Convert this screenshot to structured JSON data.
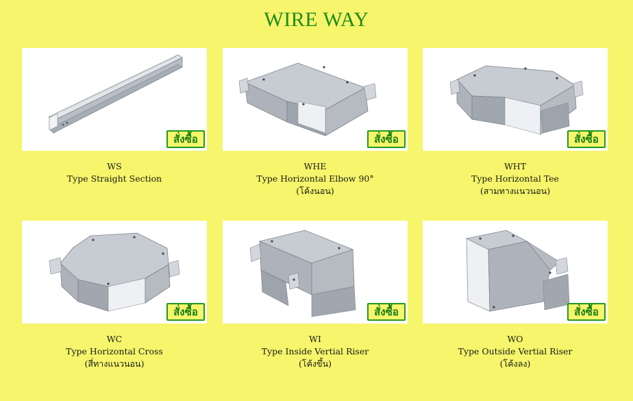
{
  "page": {
    "title": "WIRE WAY",
    "buy_label": "สั่งซื้อ"
  },
  "colors": {
    "background": "#f6f56b",
    "title": "#1e8a1e",
    "buy_border": "#1f9a1f",
    "buy_text": "#147e14"
  },
  "products": [
    {
      "code": "WS",
      "type": "Type Straight Section",
      "thai": ""
    },
    {
      "code": "WHE",
      "type": "Type Horizontal Elbow 90°",
      "thai": "(โค้งนอน)"
    },
    {
      "code": "WHT",
      "type": "Type Horizontal Tee",
      "thai": "(สามทางแนวนอน)"
    },
    {
      "code": "WC",
      "type": "Type Horizontal Cross",
      "thai": "(สี่ทางแนวนอน)"
    },
    {
      "code": "WI",
      "type": "Type Inside Vertial Riser",
      "thai": "(โค้งขึ้น)"
    },
    {
      "code": "WO",
      "type": "Type Outside Vertial Riser",
      "thai": "(โค้งลง)"
    }
  ]
}
